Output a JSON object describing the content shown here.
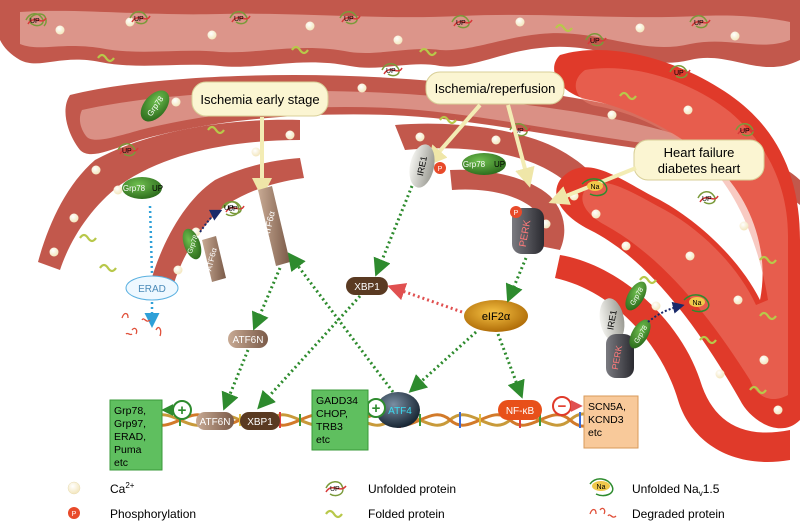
{
  "callouts": {
    "ischemia_early": "Ischemia early stage",
    "ischemia_reperfusion": "Ischemia/reperfusion",
    "heart_failure_line1": "Heart failure",
    "heart_failure_line2": "diabetes heart"
  },
  "proteins": {
    "grp78": "Grp78",
    "up": "UP",
    "atf6a": "ATF6α",
    "ire1": "IRE1",
    "perk": "PERK",
    "p": "P",
    "na": "Na",
    "xbp1": "XBP1",
    "eif2a": "eIF2α",
    "atf6n": "ATF6N",
    "atf4": "ATF4",
    "nfkb": "NF-κB",
    "erad": "ERAD"
  },
  "target_boxes": {
    "atf6_targets": [
      "Grp78,",
      "Grp97,",
      "ERAD,",
      "Puma",
      "etc"
    ],
    "atf4_targets": [
      "GADD34",
      "CHOP,",
      "TRB3",
      "etc"
    ],
    "nfkb_targets": [
      "SCN5A,",
      "KCND3",
      "etc"
    ]
  },
  "signs": {
    "plus": "+",
    "minus": "−"
  },
  "legend": {
    "ca": "Ca",
    "ca_sup": "2+",
    "phosphorylation": "Phosphorylation",
    "unfolded_protein": "Unfolded protein",
    "folded_protein": "Folded protein",
    "unfolded_nav": "Unfolded Na",
    "unfolded_nav_sub": "v",
    "unfolded_nav_suffix": "1.5",
    "degraded_protein": "Degraded protein"
  },
  "colors": {
    "er_fill": "#c2584c",
    "er_lumen": "#f2c8bd",
    "er_right": "#e03a2a",
    "grp78": "#3f8e2a",
    "green_box": "#5fbf5f",
    "orange_box": "#f8c99a",
    "arrow_green": "#2e8b2e",
    "arrow_red": "#e05050",
    "callout_bg": "#fbf5d2",
    "callout_arrow": "#f3ecb4"
  }
}
